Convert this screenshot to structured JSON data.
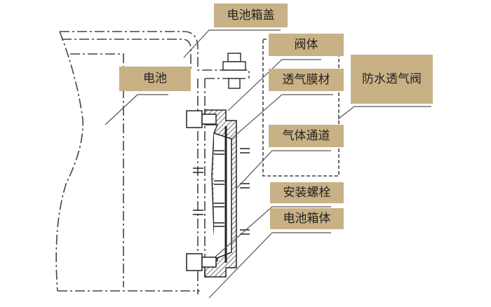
{
  "labels": {
    "battery_cover": "电池箱盖",
    "battery": "电池",
    "valve_body": "阀体",
    "membrane": "透气膜材",
    "waterproof_vent": "防水透气阀",
    "gas_channel": "气体通道",
    "mounting_bolt": "安装螺栓",
    "battery_case": "电池箱体"
  },
  "colors": {
    "label_bg": "#c9b186",
    "line": "#333333"
  }
}
